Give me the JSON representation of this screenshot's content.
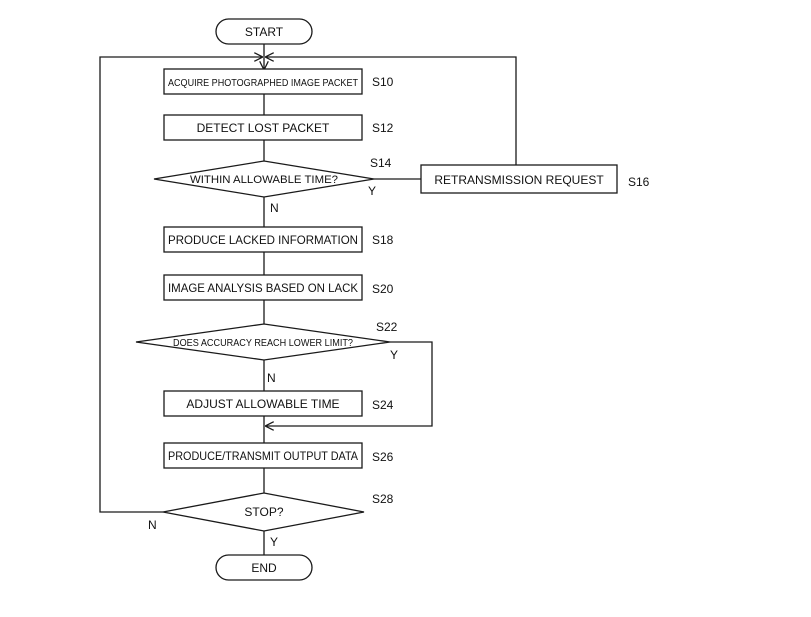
{
  "terminals": {
    "start": "START",
    "end": "END"
  },
  "steps": {
    "s10": {
      "id": "S10",
      "text": "ACQUIRE PHOTOGRAPHED IMAGE PACKET"
    },
    "s12": {
      "id": "S12",
      "text": "DETECT LOST PACKET"
    },
    "s14": {
      "id": "S14",
      "text": "WITHIN ALLOWABLE TIME?"
    },
    "s16": {
      "id": "S16",
      "text": "RETRANSMISSION REQUEST"
    },
    "s18": {
      "id": "S18",
      "text": "PRODUCE LACKED INFORMATION"
    },
    "s20": {
      "id": "S20",
      "text": "IMAGE ANALYSIS BASED ON LACK"
    },
    "s22": {
      "id": "S22",
      "text": "DOES ACCURACY REACH LOWER LIMIT?"
    },
    "s24": {
      "id": "S24",
      "text": "ADJUST ALLOWABLE TIME"
    },
    "s26": {
      "id": "S26",
      "text": "PRODUCE/TRANSMIT OUTPUT DATA"
    },
    "s28": {
      "id": "S28",
      "text": "STOP?"
    }
  },
  "branches": {
    "s14_yes": "Y",
    "s14_no": "N",
    "s22_yes": "Y",
    "s22_no": "N",
    "s28_yes": "Y",
    "s28_no": "N"
  }
}
